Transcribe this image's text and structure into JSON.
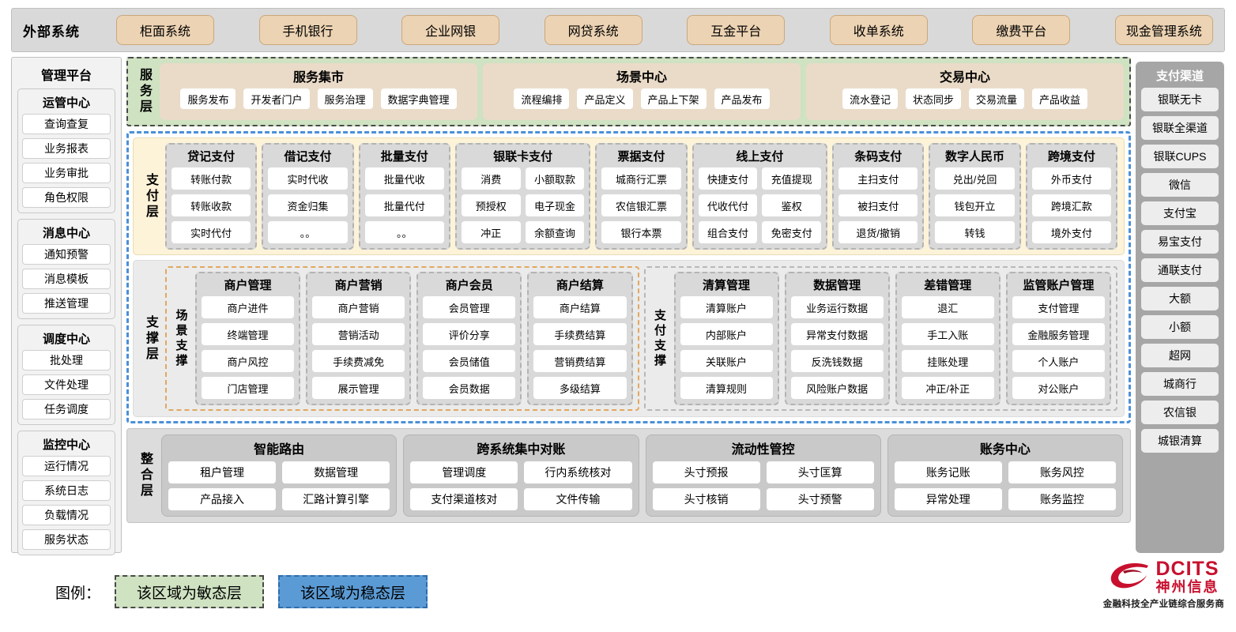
{
  "external": {
    "title": "外部系统",
    "items": [
      "柜面系统",
      "手机银行",
      "企业网银",
      "网贷系统",
      "互金平台",
      "收单系统",
      "缴费平台",
      "现金管理系统"
    ]
  },
  "management": {
    "title": "管理平台",
    "groups": [
      {
        "title": "运管中心",
        "items": [
          "查询查复",
          "业务报表",
          "业务审批",
          "角色权限"
        ]
      },
      {
        "title": "消息中心",
        "items": [
          "通知预警",
          "消息模板",
          "推送管理"
        ]
      },
      {
        "title": "调度中心",
        "items": [
          "批处理",
          "文件处理",
          "任务调度"
        ]
      },
      {
        "title": "监控中心",
        "items": [
          "运行情况",
          "系统日志",
          "负载情况",
          "服务状态"
        ]
      }
    ]
  },
  "channels": {
    "title": "支付渠道",
    "items": [
      "银联无卡",
      "银联全渠道",
      "银联CUPS",
      "微信",
      "支付宝",
      "易宝支付",
      "通联支付",
      "大额",
      "小额",
      "超网",
      "城商行",
      "农信银",
      "城银清算"
    ]
  },
  "service_layer": {
    "label": "服务层",
    "groups": [
      {
        "title": "服务集市",
        "items": [
          "服务发布",
          "开发者门户",
          "服务治理",
          "数据字典管理"
        ]
      },
      {
        "title": "场景中心",
        "items": [
          "流程编排",
          "产品定义",
          "产品上下架",
          "产品发布"
        ]
      },
      {
        "title": "交易中心",
        "items": [
          "流水登记",
          "状态同步",
          "交易流量",
          "产品收益"
        ]
      }
    ]
  },
  "pay_layer": {
    "label": "支付层",
    "categories": [
      {
        "title": "贷记支付",
        "cols": 1,
        "rows": [
          [
            "转账付款"
          ],
          [
            "转账收款"
          ],
          [
            "实时代付"
          ]
        ]
      },
      {
        "title": "借记支付",
        "cols": 1,
        "rows": [
          [
            "实时代收"
          ],
          [
            "资金归集"
          ],
          [
            "。。"
          ]
        ]
      },
      {
        "title": "批量支付",
        "cols": 1,
        "rows": [
          [
            "批量代收"
          ],
          [
            "批量代付"
          ],
          [
            "。。"
          ]
        ]
      },
      {
        "title": "银联卡支付",
        "cols": 2,
        "rows": [
          [
            "消费",
            "小额取款"
          ],
          [
            "预授权",
            "电子现金"
          ],
          [
            "冲正",
            "余额查询"
          ]
        ]
      },
      {
        "title": "票据支付",
        "cols": 1,
        "rows": [
          [
            "城商行汇票"
          ],
          [
            "农信银汇票"
          ],
          [
            "银行本票"
          ]
        ]
      },
      {
        "title": "线上支付",
        "cols": 2,
        "rows": [
          [
            "快捷支付",
            "充值提现"
          ],
          [
            "代收代付",
            "鉴权"
          ],
          [
            "组合支付",
            "免密支付"
          ]
        ]
      },
      {
        "title": "条码支付",
        "cols": 1,
        "rows": [
          [
            "主扫支付"
          ],
          [
            "被扫支付"
          ],
          [
            "退货/撤销"
          ]
        ]
      },
      {
        "title": "数字人民币",
        "cols": 1,
        "rows": [
          [
            "兑出/兑回"
          ],
          [
            "钱包开立"
          ],
          [
            "转钱"
          ]
        ]
      },
      {
        "title": "跨境支付",
        "cols": 1,
        "rows": [
          [
            "外币支付"
          ],
          [
            "跨境汇款"
          ],
          [
            "境外支付"
          ]
        ]
      }
    ]
  },
  "support_layer": {
    "label": "支撑层",
    "zones": [
      {
        "label": "场景支撑",
        "style": "scene",
        "categories": [
          {
            "title": "商户管理",
            "items": [
              "商户进件",
              "终端管理",
              "商户风控",
              "门店管理"
            ]
          },
          {
            "title": "商户营销",
            "items": [
              "商户营销",
              "营销活动",
              "手续费减免",
              "展示管理"
            ]
          },
          {
            "title": "商户会员",
            "items": [
              "会员管理",
              "评价分享",
              "会员储值",
              "会员数据"
            ]
          },
          {
            "title": "商户结算",
            "items": [
              "商户结算",
              "手续费结算",
              "营销费结算",
              "多级结算"
            ]
          }
        ]
      },
      {
        "label": "支付支撑",
        "style": "paysup",
        "categories": [
          {
            "title": "清算管理",
            "items": [
              "清算账户",
              "内部账户",
              "关联账户",
              "清算规则"
            ]
          },
          {
            "title": "数据管理",
            "items": [
              "业务运行数据",
              "异常支付数据",
              "反洗钱数据",
              "风险账户数据"
            ]
          },
          {
            "title": "差错管理",
            "items": [
              "退汇",
              "手工入账",
              "挂账处理",
              "冲正/补正"
            ]
          },
          {
            "title": "监管账户管理",
            "items": [
              "支付管理",
              "金融服务管理",
              "个人账户",
              "对公账户"
            ]
          }
        ]
      }
    ]
  },
  "integration_layer": {
    "label": "整合层",
    "groups": [
      {
        "title": "智能路由",
        "rows": [
          [
            "租户管理",
            "数据管理"
          ],
          [
            "产品接入",
            "汇路计算引擎"
          ]
        ]
      },
      {
        "title": "跨系统集中对账",
        "rows": [
          [
            "管理调度",
            "行内系统核对"
          ],
          [
            "支付渠道核对",
            "文件传输"
          ]
        ]
      },
      {
        "title": "流动性管控",
        "rows": [
          [
            "头寸预报",
            "头寸匡算"
          ],
          [
            "头寸核销",
            "头寸预警"
          ]
        ]
      },
      {
        "title": "账务中心",
        "rows": [
          [
            "账务记账",
            "账务风控"
          ],
          [
            "异常处理",
            "账务监控"
          ]
        ]
      }
    ]
  },
  "legend": {
    "label": "图例：",
    "agile": "该区域为敏态层",
    "stable": "该区域为稳态层",
    "agile_color": "#cfe2c2",
    "stable_color": "#5b9bd5"
  },
  "logo": {
    "en": "DCITS",
    "cn": "神州信息",
    "tagline": "金融科技全产业链综合服务商",
    "color": "#c8102e"
  }
}
